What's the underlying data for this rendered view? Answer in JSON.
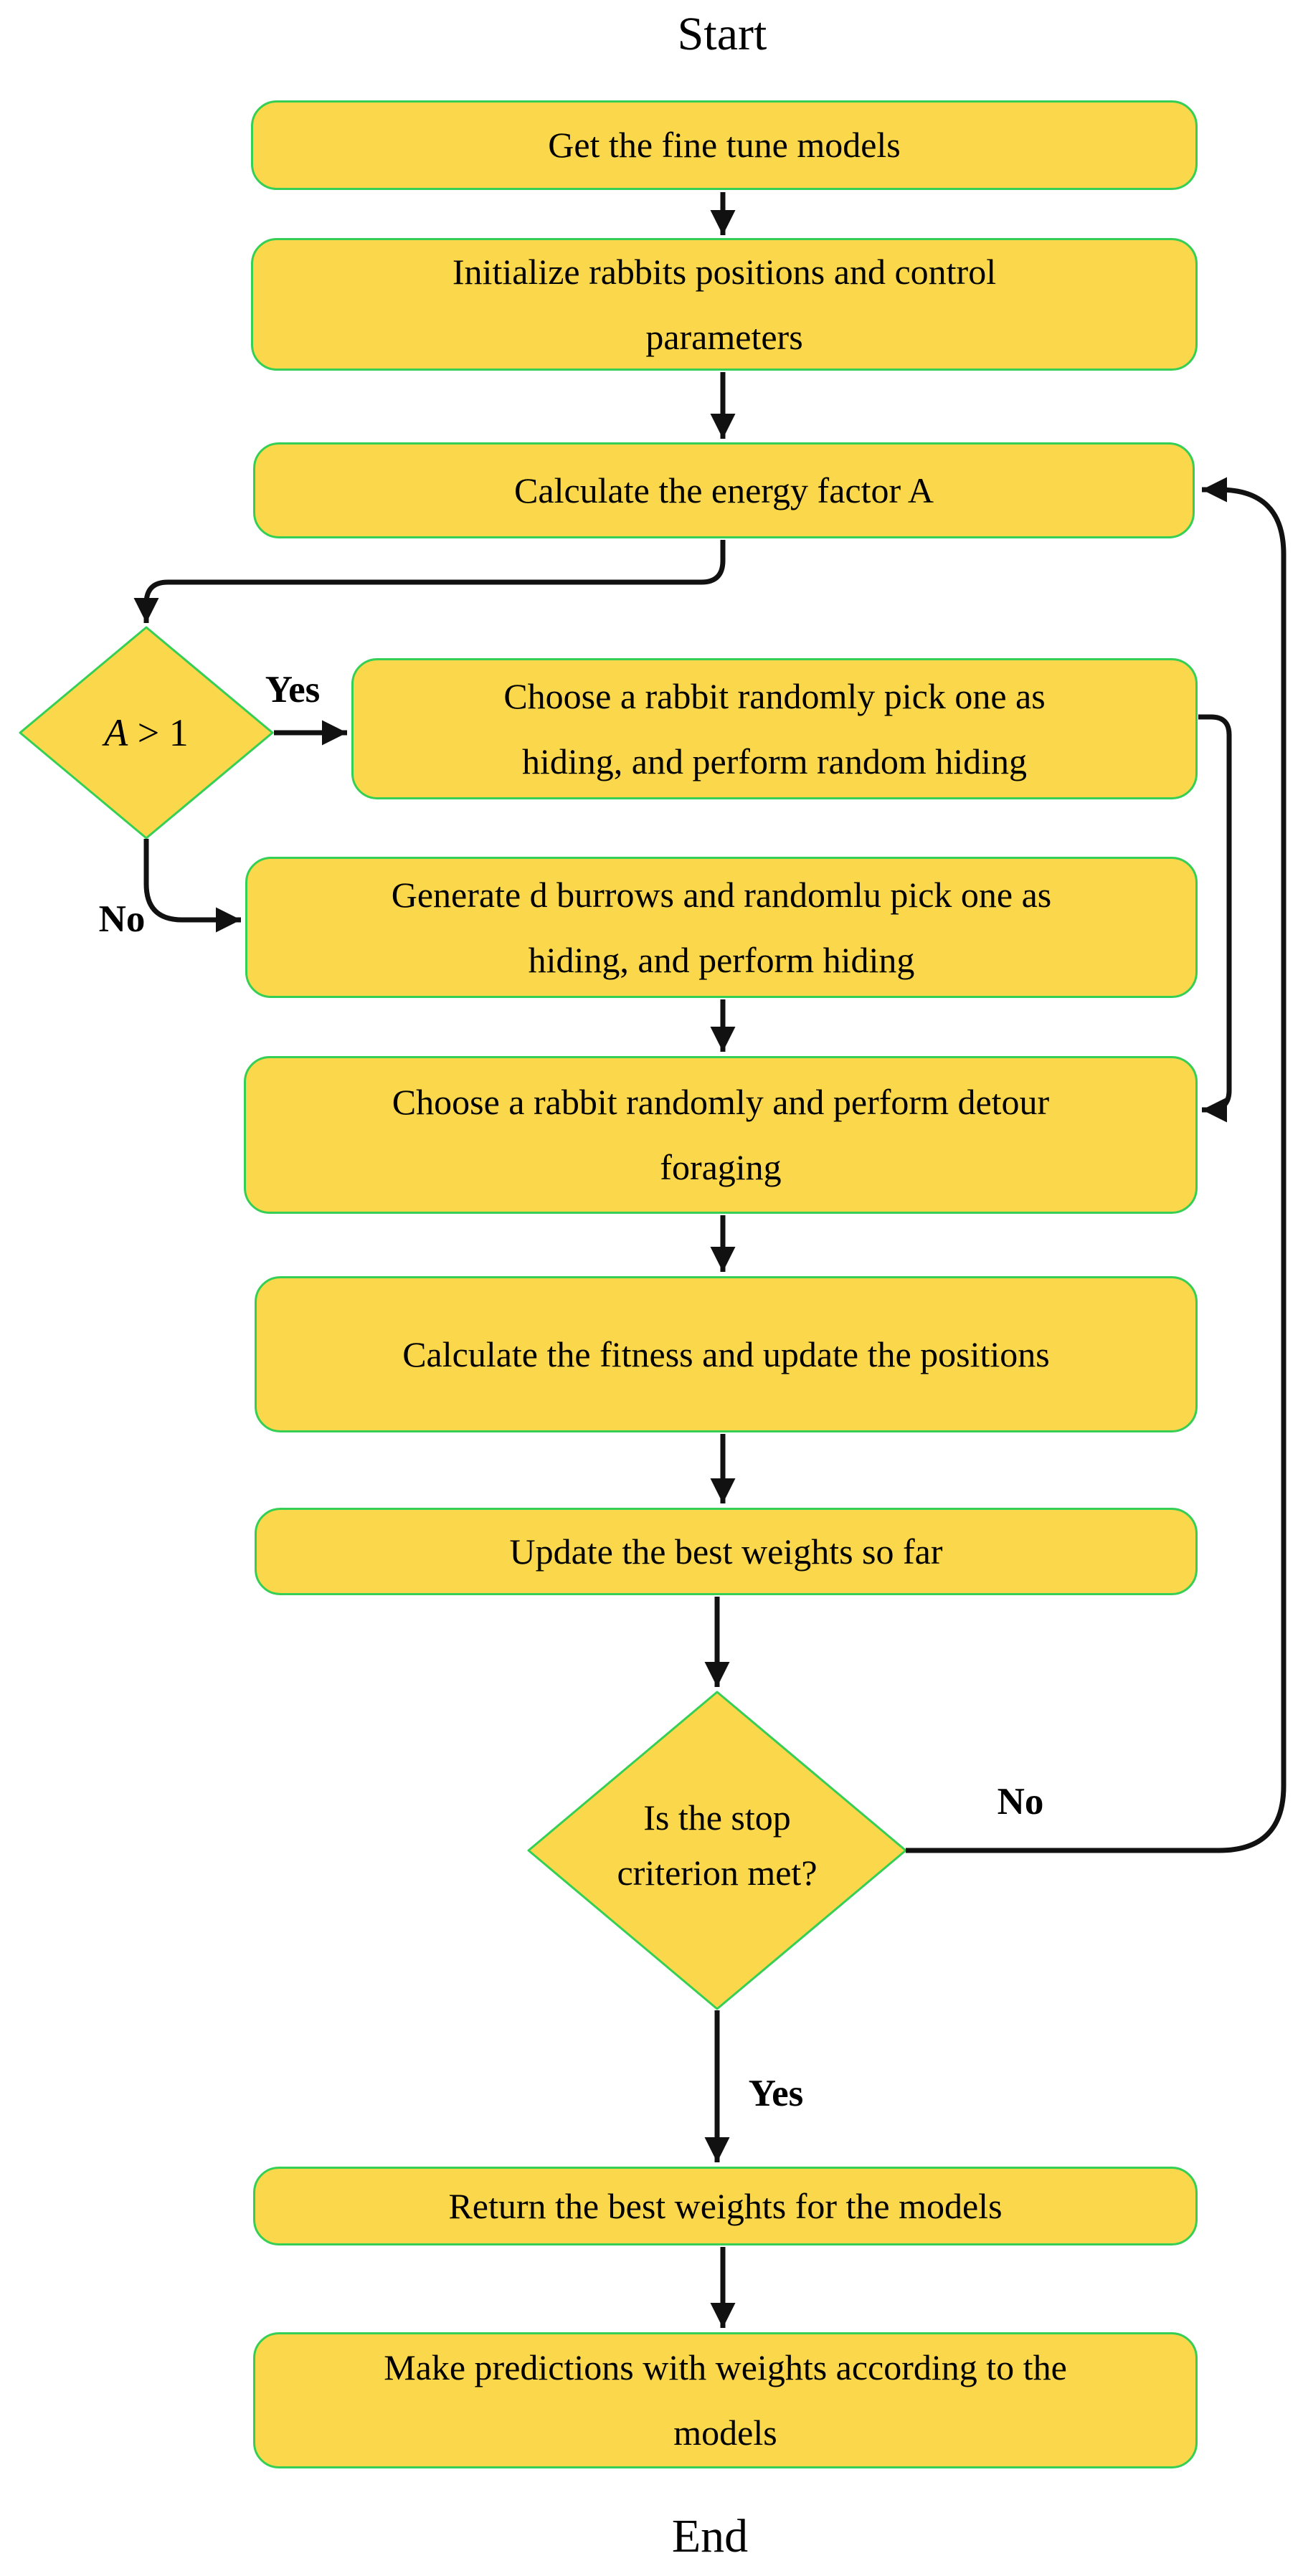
{
  "figure": {
    "start_label": "Start",
    "end_label": "End"
  },
  "colors": {
    "node_fill": "#FBD74B",
    "node_border": "#35CF55",
    "arrow": "#111111"
  },
  "nodes": {
    "get_models": {
      "label": "Get the fine tune models"
    },
    "initialize": {
      "label": "Initialize rabbits positions and control\nparameters"
    },
    "energy_factor": {
      "label": "Calculate the energy factor A"
    },
    "a_gt_1": {
      "label": "A > 1"
    },
    "random_hiding": {
      "label": "Choose a rabbit randomly pick one as\nhiding, and perform random hiding"
    },
    "generate_burrows": {
      "label": "Generate d burrows and randomlu pick one as\nhiding, and perform hiding"
    },
    "detour_foraging": {
      "label": "Choose a rabbit randomly and perform detour\nforaging"
    },
    "fitness": {
      "label": "Calculate the fitness and update the positions"
    },
    "update_best": {
      "label": "Update the best weights so far"
    },
    "stop_criterion": {
      "label": "Is the stop\ncriterion met?"
    },
    "return_weights": {
      "label": "Return the best weights for the models"
    },
    "predictions": {
      "label": "Make predictions with weights according to the\nmodels"
    }
  },
  "edge_labels": {
    "yes_branch": "Yes",
    "no_branch": "No",
    "stop_no": "No",
    "stop_yes": "Yes"
  }
}
